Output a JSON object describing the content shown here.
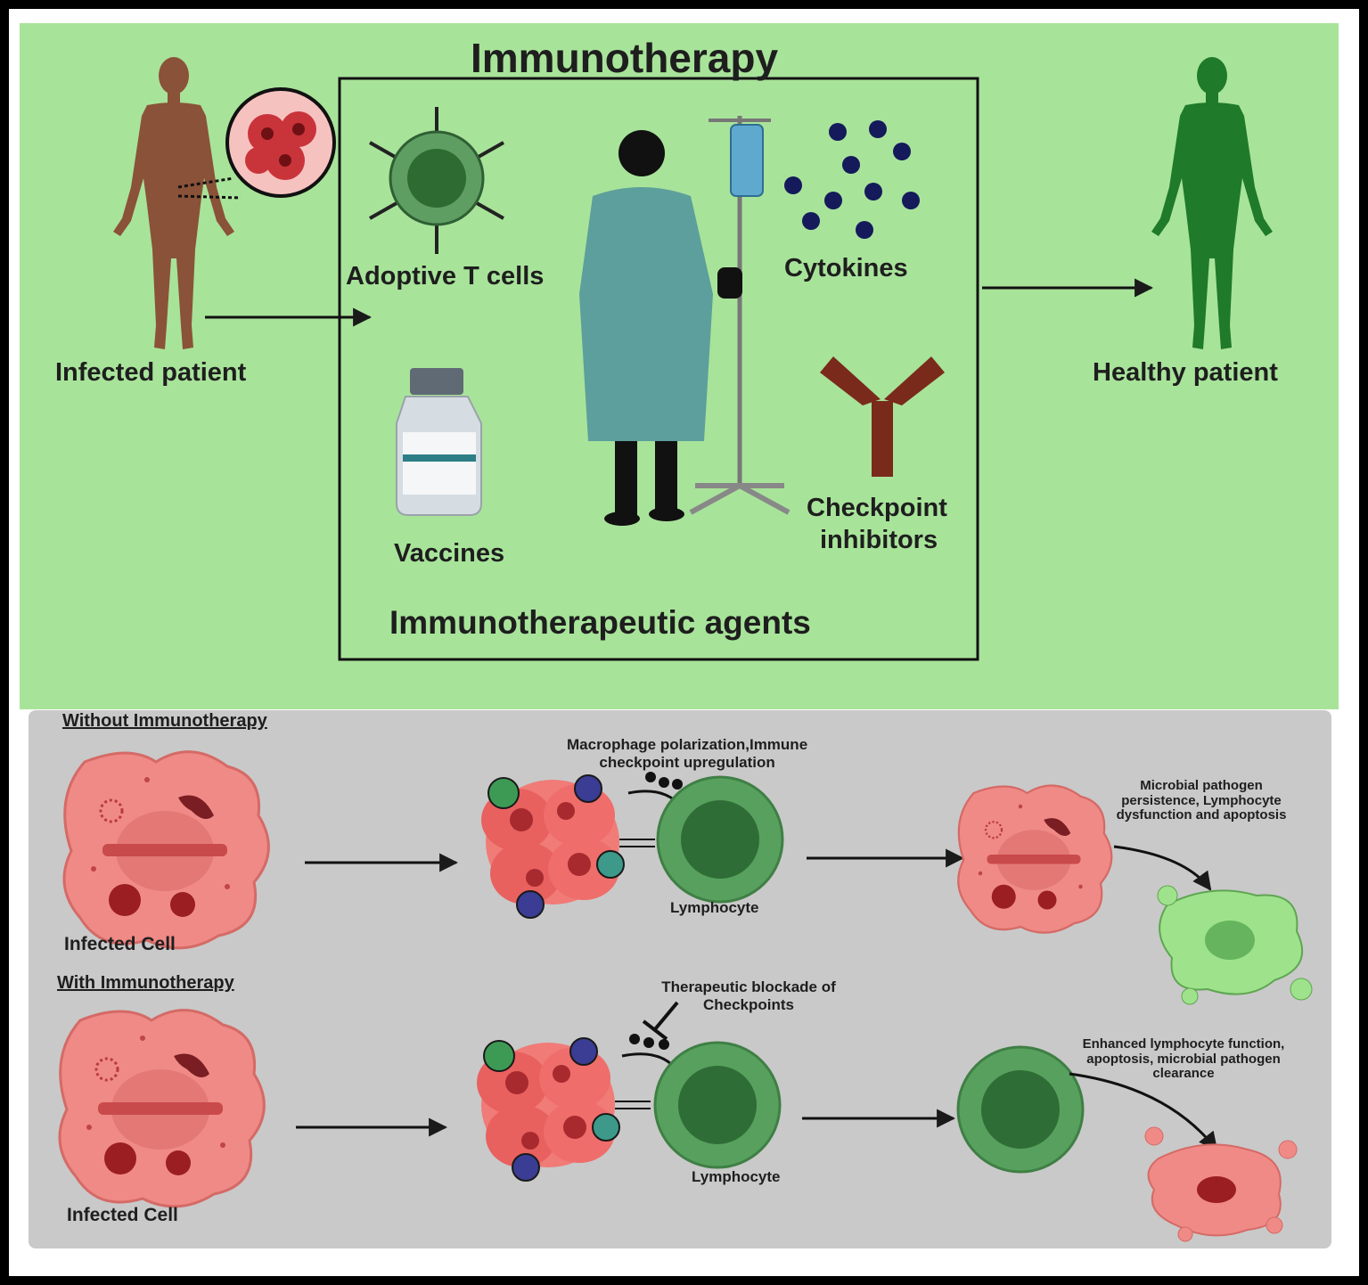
{
  "top": {
    "title": "Immunotherapy",
    "infected_patient": "Infected  patient",
    "healthy_patient": "Healthy patient",
    "agents_caption": "Immunotherapeutic agents",
    "agents": {
      "adoptive_t_cells": "Adoptive T cells",
      "cytokines": "Cytokines",
      "vaccines": "Vaccines",
      "checkpoint_line1": "Checkpoint",
      "checkpoint_line2": "inhibitors"
    }
  },
  "bottom": {
    "without": {
      "heading": "Without Immunotherapy",
      "cell_label": "Infected Cell",
      "step_label_1": "Macrophage polarization,Immune",
      "step_label_2": "checkpoint upregulation",
      "lymphocyte": "Lymphocyte",
      "outcome_1": "Microbial pathogen",
      "outcome_2": "persistence, Lymphocyte",
      "outcome_3": "dysfunction and apoptosis"
    },
    "with": {
      "heading": "With Immunotherapy",
      "cell_label": "Infected Cell",
      "step_label_1": "Therapeutic blockade of",
      "step_label_2": "Checkpoints",
      "lymphocyte": "Lymphocyte",
      "outcome_1": "Enhanced lymphocyte function,",
      "outcome_2": "apoptosis, microbial pathogen",
      "outcome_3": "clearance"
    }
  },
  "colors": {
    "top_background": "#a8e39a",
    "bottom_background": "#c9c9c9",
    "infected_body": "#8a5238",
    "healthy_body": "#1f7a2a",
    "cell_fill": "#f08a86",
    "lymphocyte": "#4f9b58",
    "gown": "#5c9f9c",
    "antibody": "#7a2a1a"
  }
}
